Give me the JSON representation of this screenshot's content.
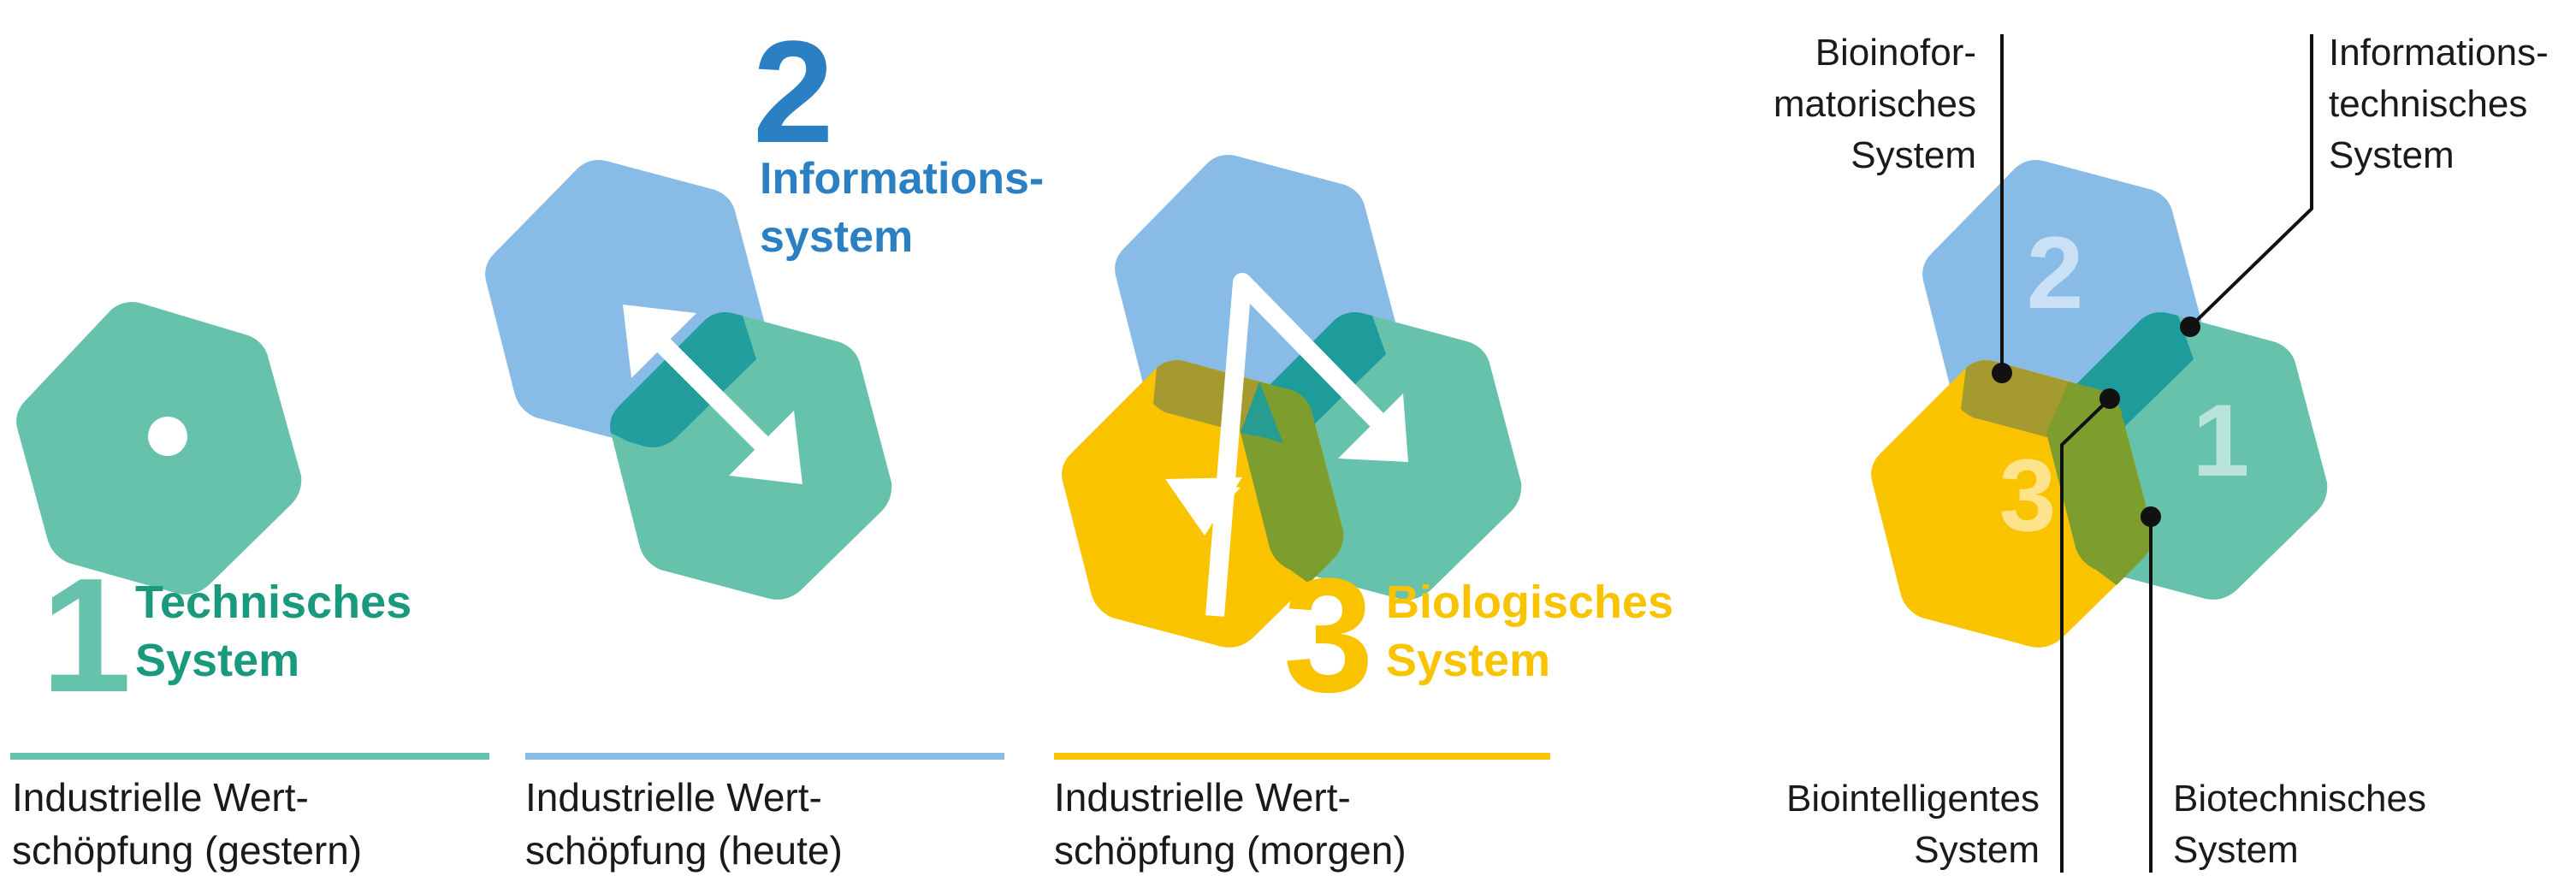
{
  "colors": {
    "technical": "#67C2AC",
    "technical_text": "#1A9A7C",
    "information": "#89BBE7",
    "information_text": "#2B7FC3",
    "biological": "#FAC300",
    "overlap_info_tech": "#1E9C9C",
    "overlap_bio_info": "#A59A2F",
    "overlap_bio_tech": "#7D9E2E",
    "rule_technical": "#67C2AC",
    "rule_information": "#89BBE7",
    "rule_biological": "#FAC300",
    "line": "#111111"
  },
  "stage1": {
    "number": "1",
    "title_line1": "Technisches",
    "title_line2": "System",
    "caption_line1": "Industrielle Wert-",
    "caption_line2": "schöpfung (gestern)"
  },
  "stage2": {
    "number": "2",
    "title_line1": "Informations-",
    "title_line2": "system",
    "caption_line1": "Industrielle Wert-",
    "caption_line2": "schöpfung (heute)"
  },
  "stage3": {
    "number": "3",
    "title_line1": "Biologisches",
    "title_line2": "System",
    "caption_line1": "Industrielle Wert-",
    "caption_line2": "schöpfung (morgen)"
  },
  "legend": {
    "hex_number_info": "2",
    "hex_number_tech": "1",
    "hex_number_bio": "3",
    "bioinformatic": [
      "Bioinofor-",
      "matorisches",
      "System"
    ],
    "infotech": [
      "Informations-",
      "technisches",
      "System"
    ],
    "biointelligent": [
      "Biointelligentes",
      "System"
    ],
    "biotechnical": [
      "Biotechnisches",
      "System"
    ]
  }
}
